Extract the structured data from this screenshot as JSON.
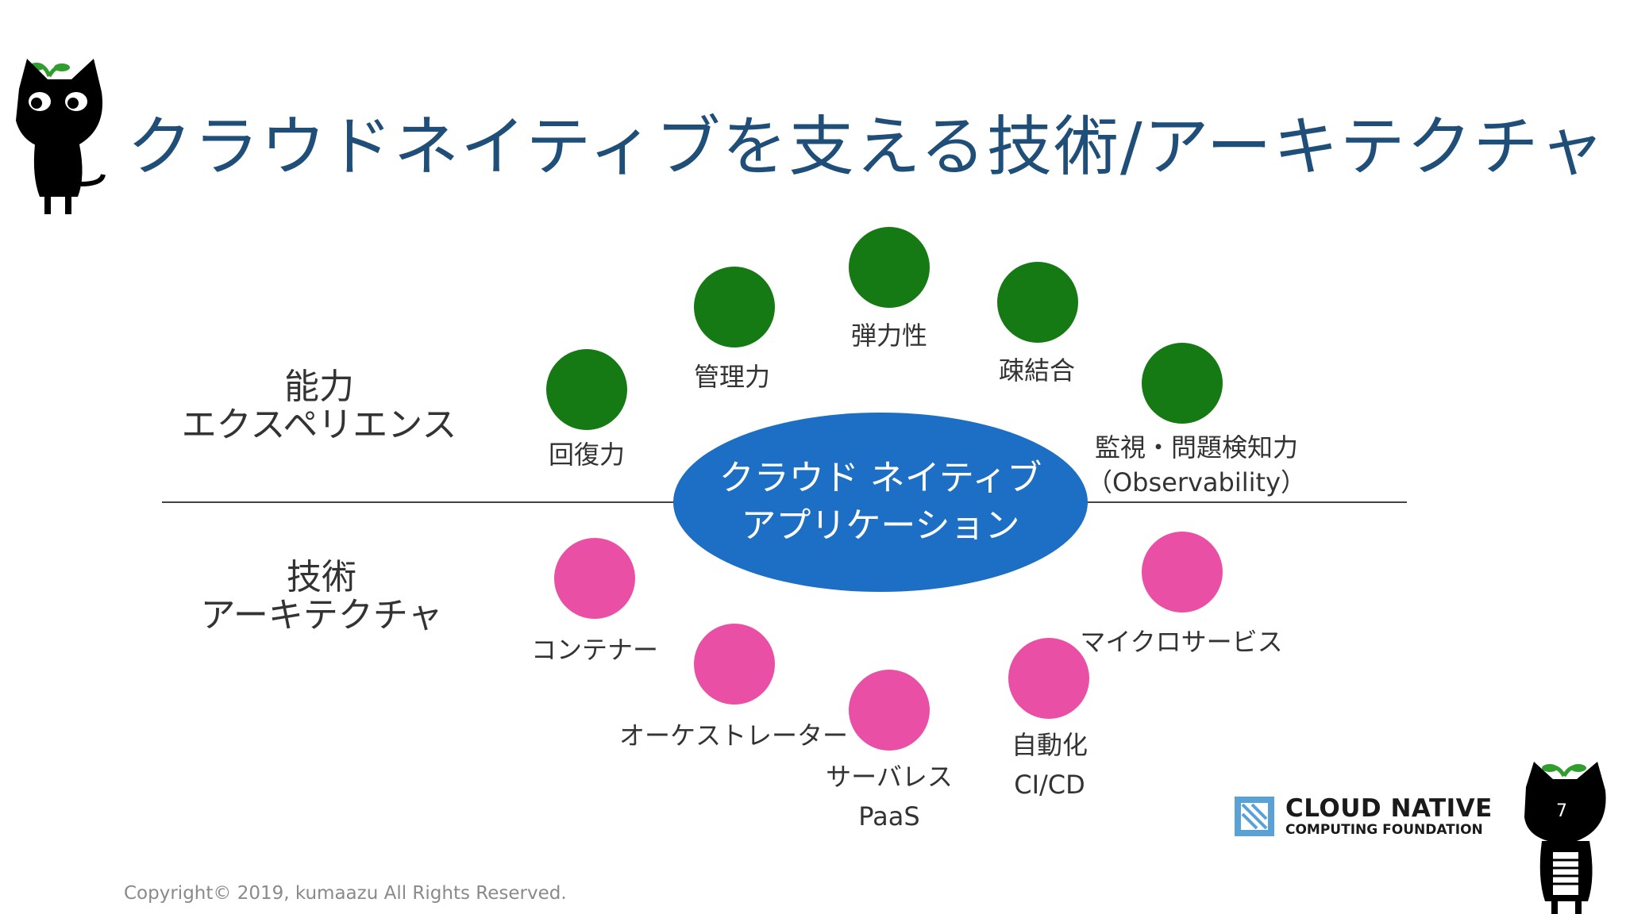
{
  "slide": {
    "title": "クラウドネイティブを支える技術/アーキテクチャ",
    "copyright": "Copyright© 2019, kumaazu All Rights Reserved.",
    "page_number": "7",
    "colors": {
      "title": "#1f4e79",
      "capability": "#157a14",
      "technology": "#e84fa5",
      "center": "#1c6fc4"
    }
  },
  "diagram": {
    "center": {
      "line1": "クラウド ネイティブ",
      "line2": "アプリケーション"
    },
    "upper_heading": {
      "line1": "能力",
      "line2": "エクスペリエンス"
    },
    "lower_heading": {
      "line1": "技術",
      "line2": "アーキテクチャ"
    },
    "capabilities": [
      {
        "label": "回復力"
      },
      {
        "label": "管理力"
      },
      {
        "label": "弾力性"
      },
      {
        "label": "疎結合"
      },
      {
        "line1": "監視・問題検知力",
        "line2": "（Observability）"
      }
    ],
    "technologies": [
      {
        "label": "コンテナー"
      },
      {
        "label": "オーケストレーター"
      },
      {
        "line1": "サーバレス",
        "line2": "PaaS"
      },
      {
        "line1": "自動化",
        "line2": "CI/CD"
      },
      {
        "label": "マイクロサービス"
      }
    ]
  },
  "logo": {
    "line1": "CLOUD NATIVE",
    "line2": "COMPUTING FOUNDATION"
  }
}
